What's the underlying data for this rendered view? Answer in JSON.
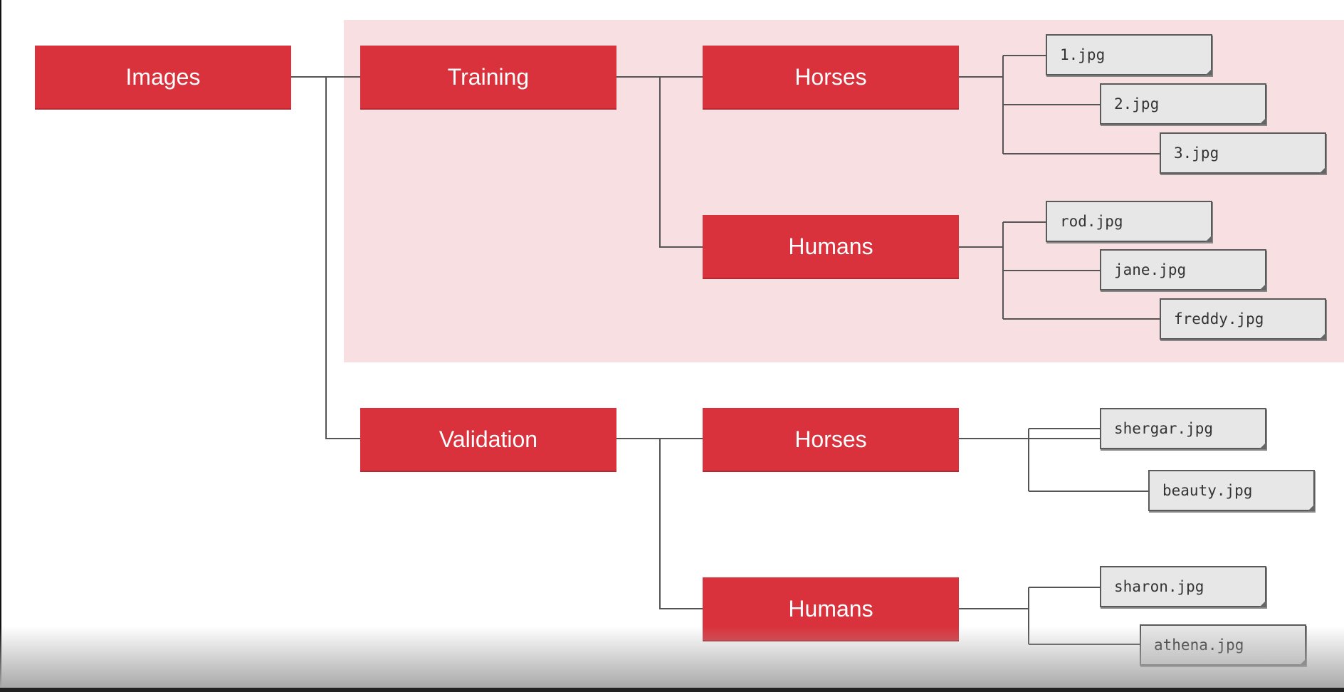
{
  "colors": {
    "folder": "#d9323c",
    "highlight": "#f7dfe2",
    "file": "#e7e7e7"
  },
  "root": "Images",
  "training": {
    "label": "Training",
    "horses": {
      "label": "Horses",
      "files": [
        "1.jpg",
        "2.jpg",
        "3.jpg"
      ]
    },
    "humans": {
      "label": "Humans",
      "files": [
        "rod.jpg",
        "jane.jpg",
        "freddy.jpg"
      ]
    }
  },
  "validation": {
    "label": "Validation",
    "horses": {
      "label": "Horses",
      "files": [
        "shergar.jpg",
        "beauty.jpg"
      ]
    },
    "humans": {
      "label": "Humans",
      "files": [
        "sharon.jpg",
        "athena.jpg"
      ]
    }
  }
}
